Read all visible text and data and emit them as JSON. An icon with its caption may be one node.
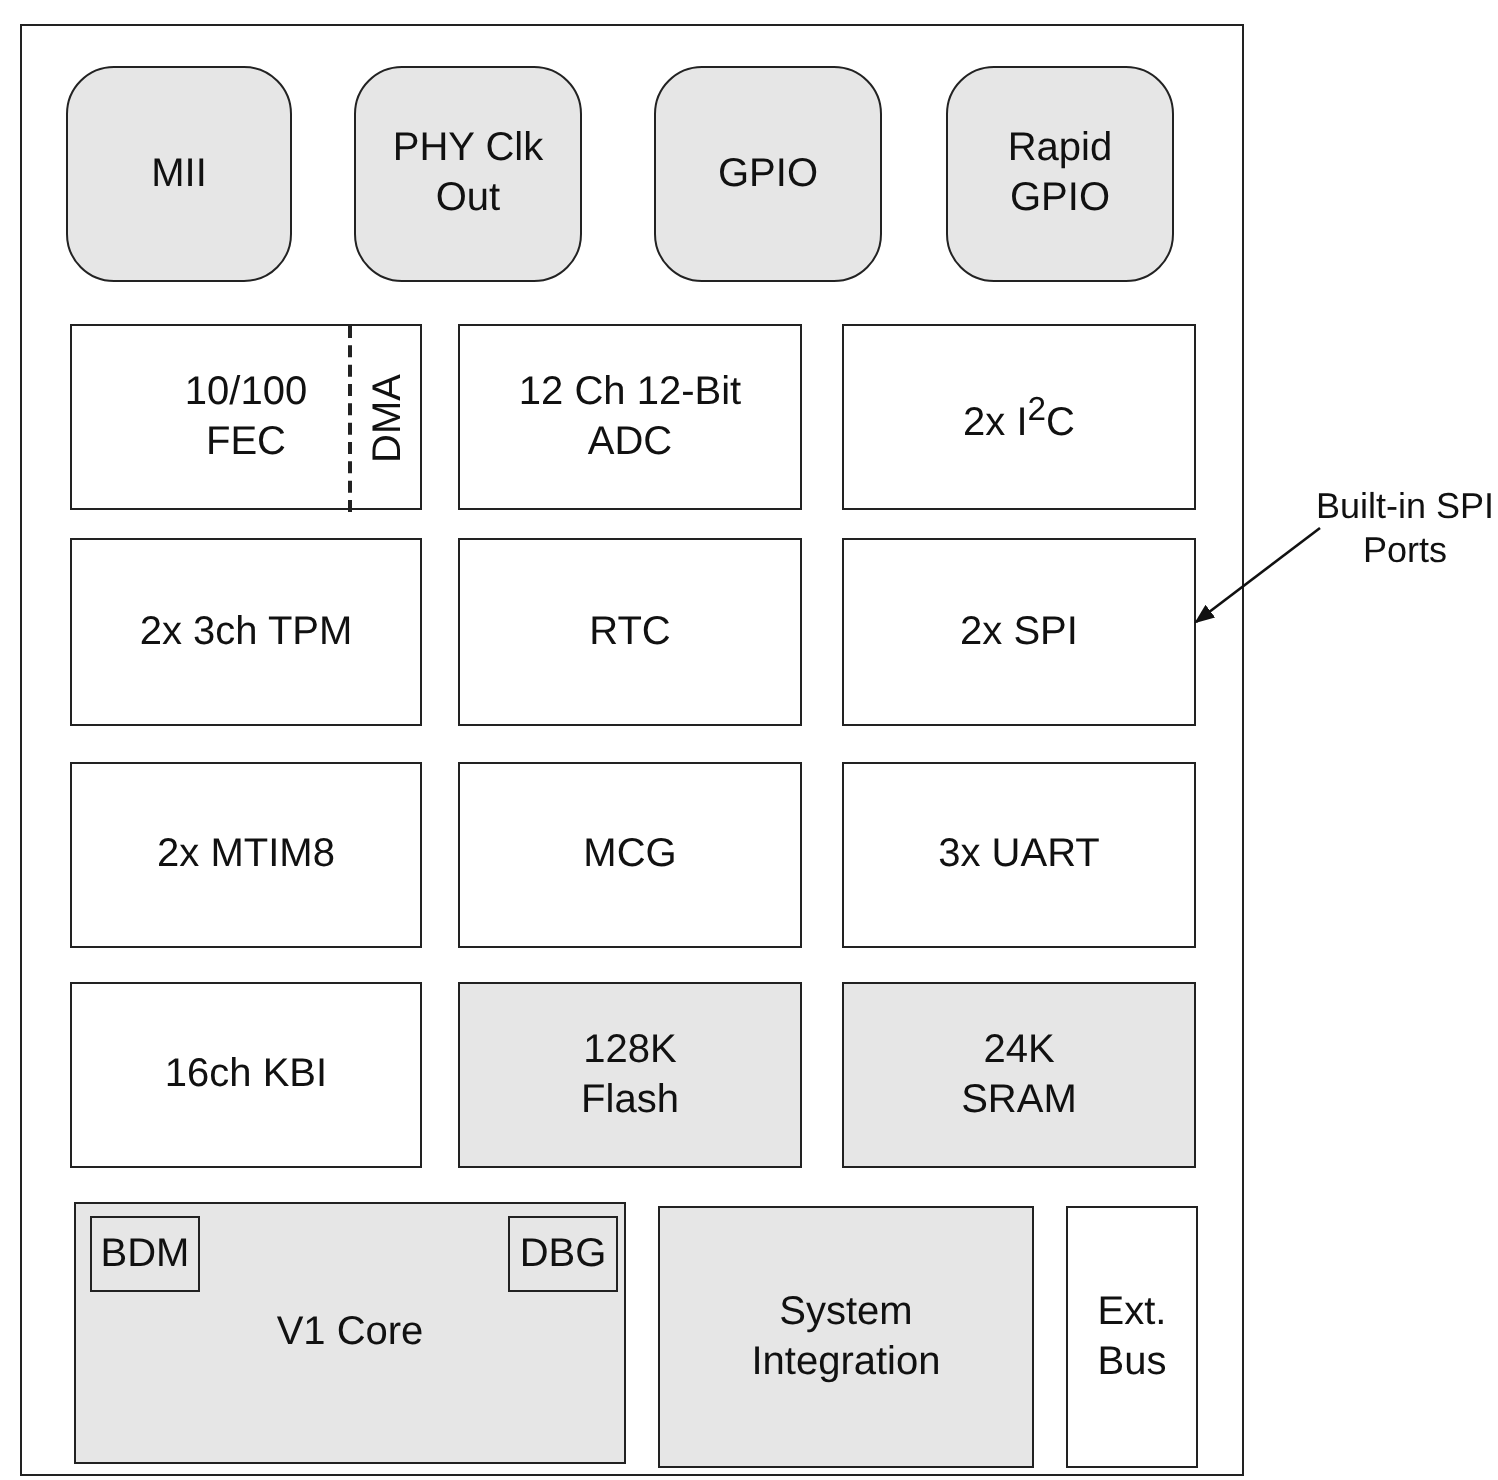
{
  "diagram": {
    "nodes": [
      {
        "text": [],
        "shape": "box"
      },
      {
        "text": [
          "MII"
        ],
        "in": 0
      },
      {
        "text": [
          "PHY Clk Out"
        ],
        "in": 0
      },
      {
        "text": [
          "GPIO"
        ],
        "in": 0
      },
      {
        "text": [
          "Rapid GPIO"
        ],
        "in": 0
      },
      {
        "text": [
          "10/100 FEC"
        ],
        "in": 0
      },
      {
        "text": [
          "DMA"
        ],
        "in": 5
      },
      {
        "text": [
          "12 Ch 12-Bit ADC"
        ],
        "in": 0
      },
      {
        "text": [
          "2x I$^{2}$C"
        ],
        "in": 0
      },
      {
        "text": [
          "2x 3ch TPM"
        ],
        "in": 0
      },
      {
        "text": [
          "RTC"
        ],
        "in": 0
      },
      {
        "text": [
          "2x SPI"
        ],
        "in": 0
      },
      {
        "text": [
          "2x MTIM8"
        ],
        "in": 0
      },
      {
        "text": [
          "MCG"
        ],
        "in": 0
      },
      {
        "text": [
          "3x UART"
        ],
        "in": 0
      },
      {
        "text": [
          "16ch KBI"
        ],
        "in": 0
      },
      {
        "text": [
          "128K Flash"
        ],
        "in": 0
      },
      {
        "text": [
          "24K SRAM"
        ],
        "in": 0
      },
      {
        "text": [
          "V1 Core"
        ],
        "in": 0
      },
      {
        "text": [
          "BDM"
        ],
        "in": 18
      },
      {
        "text": [
          "DBG"
        ],
        "in": 18
      },
      {
        "text": [
          "System Integration"
        ],
        "in": 0
      },
      {
        "text": [
          "Ext. Bus"
        ],
        "in": 0
      },
      {
        "text": [
          "Built-in SPI Ports"
        ]
      }
    ],
    "edges": [
      {
        "from": 23,
        "to": 11,
        "arrow": "to"
      }
    ]
  }
}
